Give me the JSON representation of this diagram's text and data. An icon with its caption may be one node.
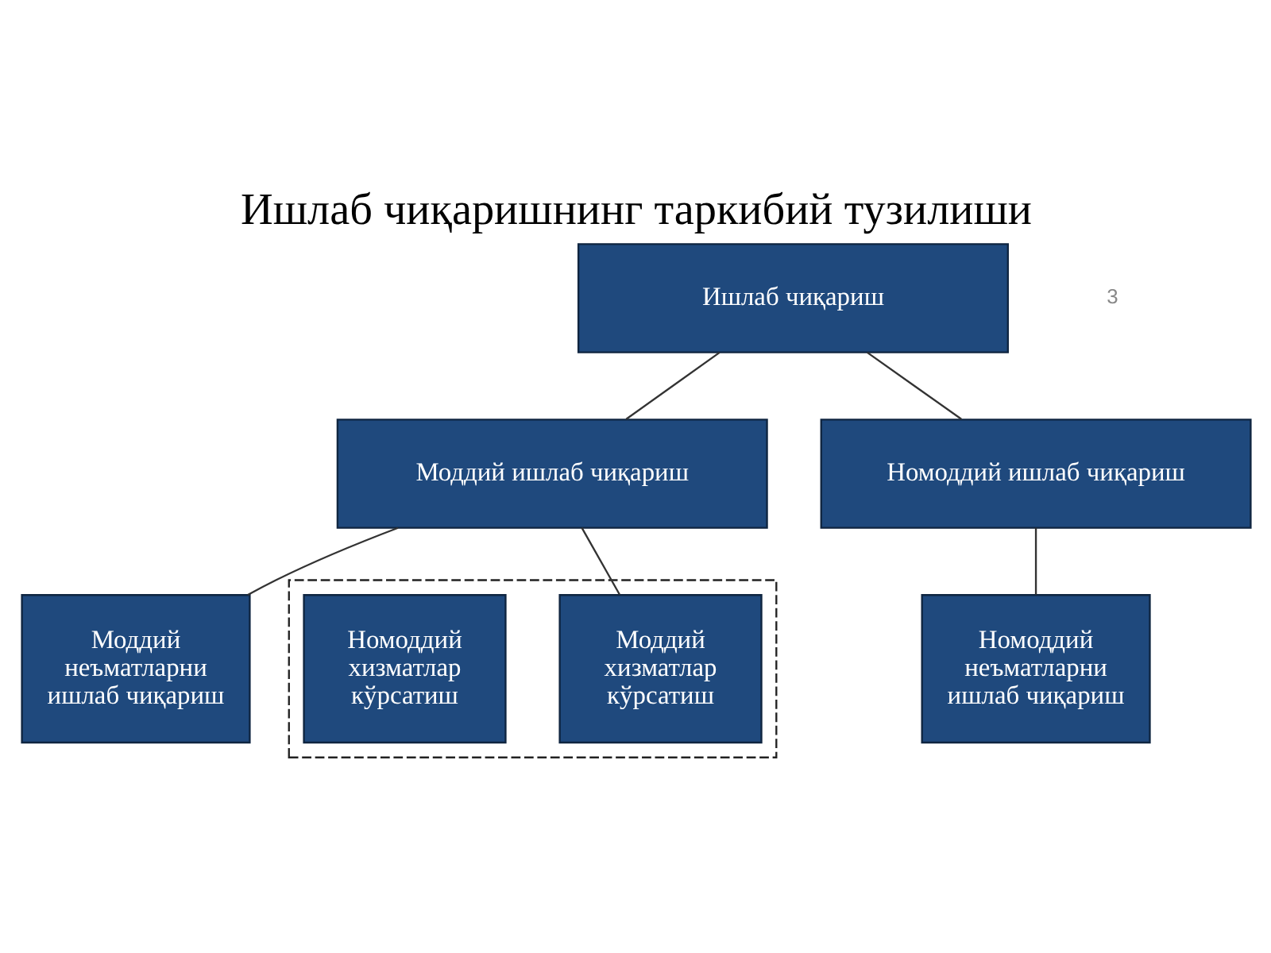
{
  "diagram": {
    "title": "Ишлаб чиқаришнинг таркибий тузилиши",
    "nodes": [
      {
        "text": [
          "Ишлаб чиқариш"
        ]
      },
      {
        "text": [
          "Моддий ишлаб чиқариш"
        ]
      },
      {
        "text": [
          "Номоддий ишлаб чиқариш"
        ]
      },
      {
        "text": [
          "Моддий неъматларни ишлаб чиқариш"
        ]
      },
      {
        "text": [],
        "shape": "box"
      },
      {
        "text": [
          "Моддий хизматлар кўрсатиш"
        ],
        "in": 4
      },
      {
        "text": [
          "Номоддий хизматлар кўрсатиш"
        ],
        "in": 4
      },
      {
        "text": [
          "Номоддий неъматларни ишлаб чиқариш"
        ]
      }
    ],
    "edges": [
      {
        "from": 0,
        "to": 1,
        "arrow": "none"
      },
      {
        "from": 0,
        "to": 2,
        "arrow": "none"
      },
      {
        "from": 1,
        "to": 3,
        "arrow": "none"
      },
      {
        "from": 1,
        "to": 5,
        "arrow": "none"
      },
      {
        "from": 2,
        "to": 7,
        "arrow": "none"
      }
    ],
    "labels": [
      "3"
    ]
  }
}
